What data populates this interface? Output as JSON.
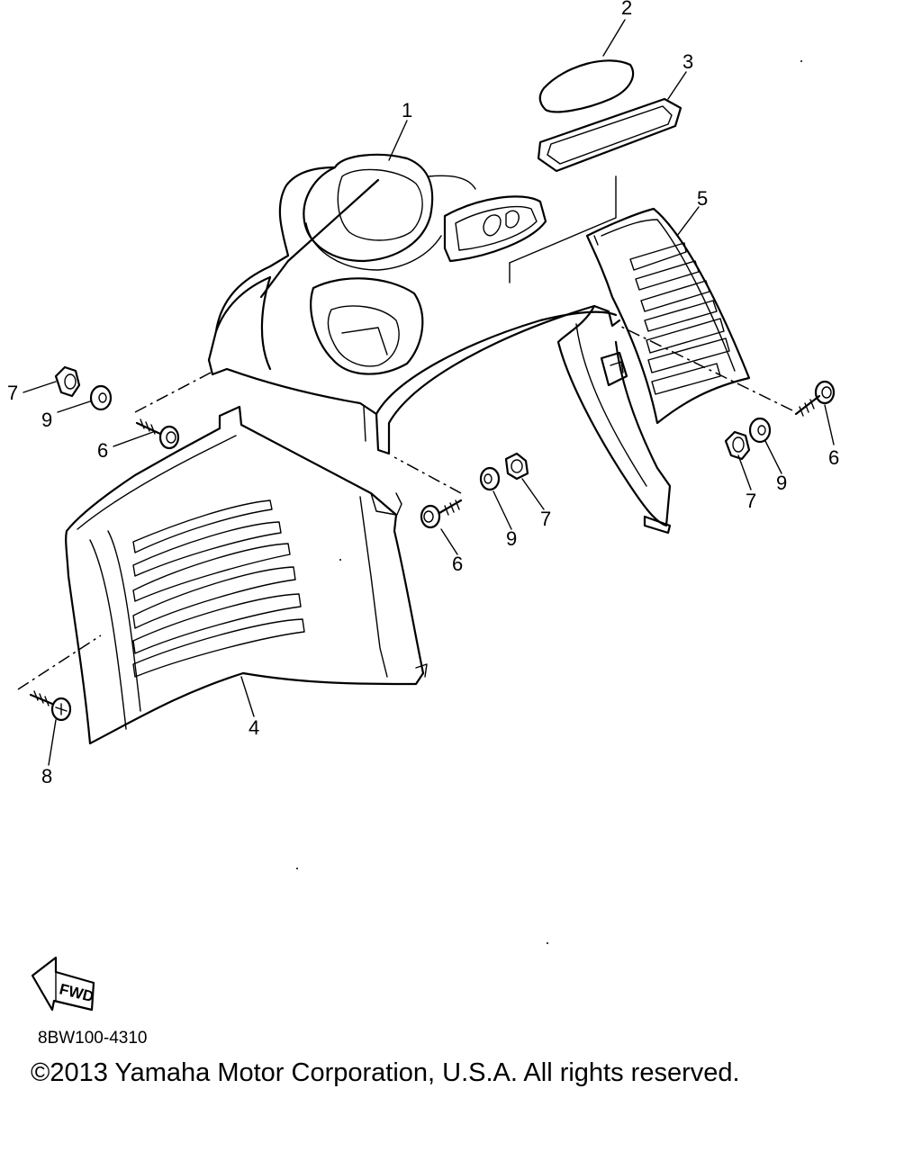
{
  "callouts": [
    {
      "id": "c1",
      "label": "1"
    },
    {
      "id": "c2",
      "label": "2"
    },
    {
      "id": "c3",
      "label": "3"
    },
    {
      "id": "c4",
      "label": "4"
    },
    {
      "id": "c5",
      "label": "5"
    },
    {
      "id": "c6a",
      "label": "6"
    },
    {
      "id": "c6b",
      "label": "6"
    },
    {
      "id": "c6c",
      "label": "6"
    },
    {
      "id": "c7a",
      "label": "7"
    },
    {
      "id": "c7b",
      "label": "7"
    },
    {
      "id": "c7c",
      "label": "7"
    },
    {
      "id": "c8",
      "label": "8"
    },
    {
      "id": "c9a",
      "label": "9"
    },
    {
      "id": "c9b",
      "label": "9"
    },
    {
      "id": "c9c",
      "label": "9"
    }
  ],
  "fwd_arrow_text": "FWD",
  "drawing_code": "8BW100-4310",
  "copyright": "©2013 Yamaha Motor Corporation, U.S.A. All rights reserved."
}
